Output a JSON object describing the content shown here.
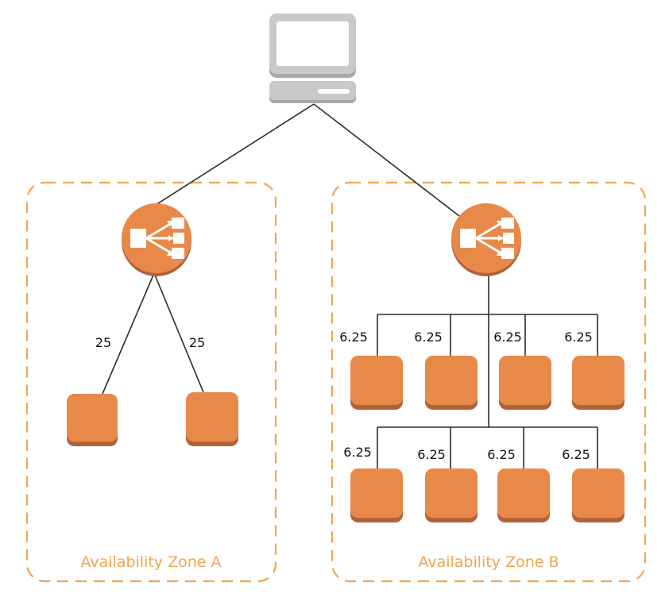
{
  "diagram": {
    "client": {
      "icon": "desktop-computer-icon",
      "color": "#c9c9cb"
    },
    "colors": {
      "zone_border": "#f0a54f",
      "node_fill": "#e8894a",
      "node_shadow": "#b0623a",
      "edge": "#2b2b2b"
    },
    "zones": [
      {
        "label": "Availability Zone A",
        "load_balancer": {
          "icon": "load-balancer-icon"
        },
        "instances": [
          {
            "weight": "25"
          },
          {
            "weight": "25"
          }
        ]
      },
      {
        "label": "Availability Zone B",
        "load_balancer": {
          "icon": "load-balancer-icon"
        },
        "instances": [
          {
            "weight": "6.25"
          },
          {
            "weight": "6.25"
          },
          {
            "weight": "6.25"
          },
          {
            "weight": "6.25"
          },
          {
            "weight": "6.25"
          },
          {
            "weight": "6.25"
          },
          {
            "weight": "6.25"
          },
          {
            "weight": "6.25"
          }
        ]
      }
    ]
  }
}
